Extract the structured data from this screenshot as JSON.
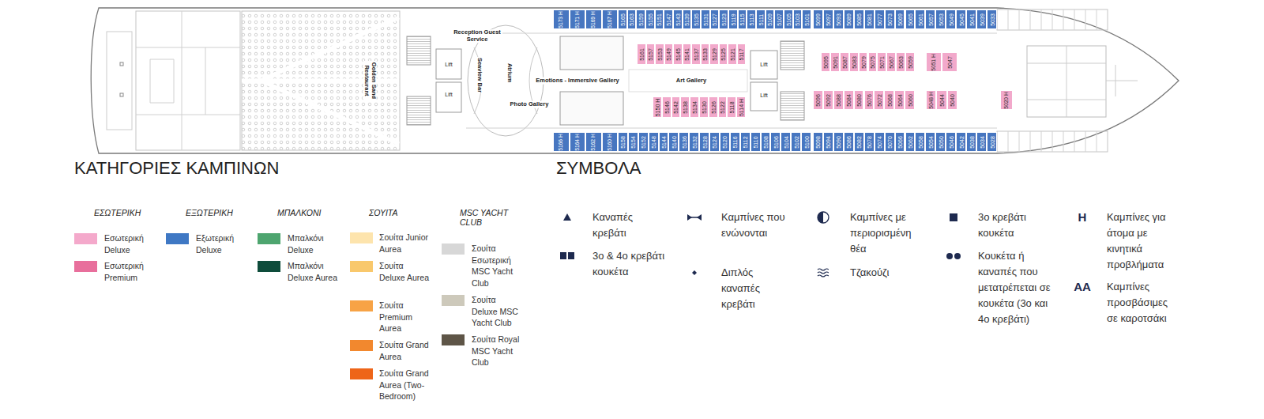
{
  "diagram": {
    "nodes": [
      {
        "text": [
          "5173 H"
        ]
      },
      {
        "text": [
          "5171 H"
        ]
      },
      {
        "text": [
          "5169 H"
        ]
      },
      {
        "text": [
          "5167 H"
        ]
      },
      {
        "text": [
          "5165"
        ]
      },
      {
        "text": [
          "5163"
        ]
      },
      {
        "text": [
          "5159"
        ]
      },
      {
        "text": [
          "5155"
        ]
      },
      {
        "text": [
          "5151"
        ]
      },
      {
        "text": [
          "5147"
        ]
      },
      {
        "text": [
          "5143"
        ]
      },
      {
        "text": [
          "5139"
        ]
      },
      {
        "text": [
          "5135"
        ]
      },
      {
        "text": [
          "5131"
        ]
      },
      {
        "text": [
          "5127"
        ]
      },
      {
        "text": [
          "5123"
        ]
      },
      {
        "text": [
          "5119"
        ]
      },
      {
        "text": [
          "5115"
        ]
      },
      {
        "text": [
          "5113"
        ]
      },
      {
        "text": [
          "5111"
        ]
      },
      {
        "text": [
          "5109"
        ]
      },
      {
        "text": [
          "5107"
        ]
      },
      {
        "text": [
          "5105"
        ]
      },
      {
        "text": [
          "5103"
        ]
      },
      {
        "text": [
          "5101"
        ]
      },
      {
        "text": [
          "5099"
        ]
      },
      {
        "text": [
          "5097"
        ]
      },
      {
        "text": [
          "5093"
        ]
      },
      {
        "text": [
          "5089"
        ]
      },
      {
        "text": [
          "5085"
        ]
      },
      {
        "text": [
          "5081"
        ]
      },
      {
        "text": [
          "5077"
        ]
      },
      {
        "text": [
          "5073"
        ]
      },
      {
        "text": [
          "5069"
        ]
      },
      {
        "text": [
          "5065"
        ]
      },
      {
        "text": [
          "5061"
        ]
      },
      {
        "text": [
          "5057"
        ]
      },
      {
        "text": [
          "5053"
        ]
      },
      {
        "text": [
          "5049"
        ]
      },
      {
        "text": [
          "5045"
        ]
      },
      {
        "text": [
          "5041"
        ]
      },
      {
        "text": [
          "5039"
        ]
      },
      {
        "text": [
          "5033"
        ]
      },
      {
        "text": [
          "5161"
        ]
      },
      {
        "text": [
          "5157"
        ]
      },
      {
        "text": [
          "5153"
        ]
      },
      {
        "text": [
          "5149"
        ]
      },
      {
        "text": [
          "5145"
        ]
      },
      {
        "text": [
          "5141"
        ]
      },
      {
        "text": [
          "5137"
        ]
      },
      {
        "text": [
          "5133"
        ]
      },
      {
        "text": [
          "5129"
        ]
      },
      {
        "text": [
          "5125"
        ]
      },
      {
        "text": [
          "5121"
        ]
      },
      {
        "text": [
          "5117"
        ]
      },
      {
        "text": [
          "5095"
        ]
      },
      {
        "text": [
          "5091"
        ]
      },
      {
        "text": [
          "5087"
        ]
      },
      {
        "text": [
          "5083"
        ]
      },
      {
        "text": [
          "5079"
        ]
      },
      {
        "text": [
          "5075"
        ]
      },
      {
        "text": [
          "5071"
        ]
      },
      {
        "text": [
          "5067"
        ]
      },
      {
        "text": [
          "5063"
        ]
      },
      {
        "text": [
          "5059"
        ]
      },
      {
        "text": [
          "5051 H"
        ]
      },
      {
        "text": [
          "5047"
        ]
      },
      {
        "text": [
          "5150 H"
        ]
      },
      {
        "text": [
          "5146"
        ]
      },
      {
        "text": [
          "5142"
        ]
      },
      {
        "text": [
          "5138"
        ]
      },
      {
        "text": [
          "5134"
        ]
      },
      {
        "text": [
          "5130"
        ]
      },
      {
        "text": [
          "5126"
        ]
      },
      {
        "text": [
          "5122"
        ]
      },
      {
        "text": [
          "5118"
        ]
      },
      {
        "text": [
          "5114 H"
        ]
      },
      {
        "text": [
          "5096"
        ]
      },
      {
        "text": [
          "5092"
        ]
      },
      {
        "text": [
          "5088"
        ]
      },
      {
        "text": [
          "5084"
        ]
      },
      {
        "text": [
          "5080"
        ]
      },
      {
        "text": [
          "5076"
        ]
      },
      {
        "text": [
          "5072"
        ]
      },
      {
        "text": [
          "5068"
        ]
      },
      {
        "text": [
          "5064"
        ]
      },
      {
        "text": [
          "5060"
        ]
      },
      {
        "text": [
          "5048 H"
        ]
      },
      {
        "text": [
          "5044"
        ]
      },
      {
        "text": [
          "5040"
        ]
      },
      {
        "text": [
          "5020 H"
        ]
      },
      {
        "text": [
          "5166 H"
        ]
      },
      {
        "text": [
          "5164 H"
        ]
      },
      {
        "text": [
          "5162 H"
        ]
      },
      {
        "text": [
          "5160 H"
        ]
      },
      {
        "text": [
          "5158"
        ]
      },
      {
        "text": [
          "5154"
        ]
      },
      {
        "text": [
          "5152"
        ]
      },
      {
        "text": [
          "5148"
        ]
      },
      {
        "text": [
          "5144"
        ]
      },
      {
        "text": [
          "5140"
        ]
      },
      {
        "text": [
          "5136"
        ]
      },
      {
        "text": [
          "5132"
        ]
      },
      {
        "text": [
          "5128"
        ]
      },
      {
        "text": [
          "5124"
        ]
      },
      {
        "text": [
          "5120"
        ]
      },
      {
        "text": [
          "5116"
        ]
      },
      {
        "text": [
          "5112"
        ]
      },
      {
        "text": [
          "5110"
        ]
      },
      {
        "text": [
          "5108"
        ]
      },
      {
        "text": [
          "5106"
        ]
      },
      {
        "text": [
          "5104"
        ]
      },
      {
        "text": [
          "5102"
        ]
      },
      {
        "text": [
          "5100"
        ]
      },
      {
        "text": [
          "5098"
        ]
      },
      {
        "text": [
          "5094"
        ]
      },
      {
        "text": [
          "5090"
        ]
      },
      {
        "text": [
          "5086"
        ]
      },
      {
        "text": [
          "5082"
        ]
      },
      {
        "text": [
          "5078"
        ]
      },
      {
        "text": [
          "5074"
        ]
      },
      {
        "text": [
          "5070"
        ]
      },
      {
        "text": [
          "5066"
        ]
      },
      {
        "text": [
          "5062"
        ]
      },
      {
        "text": [
          "5058"
        ]
      },
      {
        "text": [
          "5054"
        ]
      },
      {
        "text": [
          "5050"
        ]
      },
      {
        "text": [
          "5046"
        ]
      },
      {
        "text": [
          "5042"
        ]
      },
      {
        "text": [
          "5038"
        ]
      },
      {
        "text": [
          "5034"
        ]
      },
      {
        "text": [
          "5028"
        ]
      }
    ],
    "labels": [
      "Golden Sand Restaurant",
      "Reception Guest Service",
      "Lift",
      "Seaview Bar",
      "Lift",
      "Atrium",
      "Photo Gallery",
      "Emotions - Immersive Gallery",
      "Art Gallery",
      "Lift",
      "Lift",
      "ΚΑΤΗΓΟΡΙΕΣ ΚΑΜΠΙΝΩΝ",
      "ΣΥΜΒΟΛΑ",
      "ΕΣΩΤΕΡΙΚΗ",
      "ΕΞΩΤΕΡΙΚΗ",
      "ΜΠΑΛΚΟΝΙ",
      "ΣΟΥΙΤΑ",
      "MSC YACHT CLUB",
      "H",
      "AA"
    ],
    "legend": [
      {
        "text": "Εσωτερική Deluxe",
        "color": "#f4a9cb"
      },
      {
        "text": "Εσωτερική Premium",
        "color": "#e86f9c"
      },
      {
        "text": "Εξωτερική Deluxe",
        "color": "#3f78c4"
      },
      {
        "text": "Μπαλκόνι Deluxe",
        "color": "#4ea56f"
      },
      {
        "text": "Μπαλκόνι Deluxe Aurea",
        "color": "#0e4c3b"
      },
      {
        "text": "Σουίτα Junior Aurea",
        "color": "#fde4ad"
      },
      {
        "text": "Σουίτα Deluxe Aurea",
        "color": "#f9c86c"
      },
      {
        "text": "Σουίτα Premium Aurea",
        "color": "#f7a346"
      },
      {
        "text": "Σουίτα Grand Aurea",
        "color": "#f2882e"
      },
      {
        "text": "Σουίτα Grand Aurea (Two-Bedroom)",
        "color": "#ee6519"
      },
      {
        "text": "Σουίτα Εσωτερική MSC Yacht Club",
        "color": "#d7d7d7"
      },
      {
        "text": "Σουίτα Deluxe MSC Yacht Club",
        "color": "#cdc9bb"
      },
      {
        "text": "Σουίτα Royal MSC Yacht Club",
        "color": "#5e5547"
      },
      {
        "text": "Καναπές κρεβάτι"
      },
      {
        "text": "3ο & 4ο κρεβάτι κουκέτα"
      },
      {
        "text": "Καμπίνες που ενώνονται"
      },
      {
        "text": "Διπλός καναπές κρεβάτι"
      },
      {
        "text": "Καμπίνες με περιορισμένη θέα"
      },
      {
        "text": "Τζακούζι"
      },
      {
        "text": "3ο κρεβάτι κουκέτα"
      },
      {
        "text": "Κουκέτα ή καναπές που μετατρέπεται σε κουκέτα (3ο και 4ο κρεβάτι)"
      },
      {
        "text": "Καμπίνες για άτομα με κινητικά προβλήματα"
      },
      {
        "text": "Καμπίνες προσβάσιμες σε καροτσάκι"
      }
    ]
  }
}
